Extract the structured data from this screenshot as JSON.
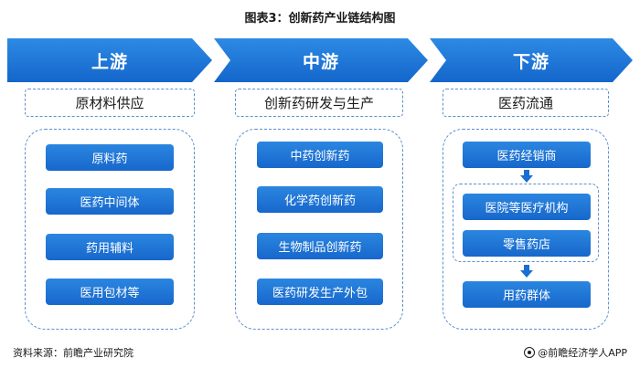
{
  "title": "图表3：创新药产业链结构图",
  "stages": [
    {
      "name": "上游",
      "section": "原材料供应",
      "items": [
        "原料药",
        "医药中间体",
        "药用辅料",
        "医用包材等"
      ]
    },
    {
      "name": "中游",
      "section": "创新药研发与生产",
      "items": [
        "中药创新药",
        "化学药创新药",
        "生物制品创新药",
        "医药研发生产外包"
      ]
    },
    {
      "name": "下游",
      "section": "医药流通",
      "items": [
        "医药经销商",
        "医院等医疗机构",
        "零售药店",
        "用药群体"
      ]
    }
  ],
  "footer": {
    "source": "资料来源：前瞻产业研究院",
    "brand": "@前瞻经济学人APP"
  },
  "colors": {
    "primary": "#1a6fd2",
    "dashed_border": "#5b8fd0"
  }
}
